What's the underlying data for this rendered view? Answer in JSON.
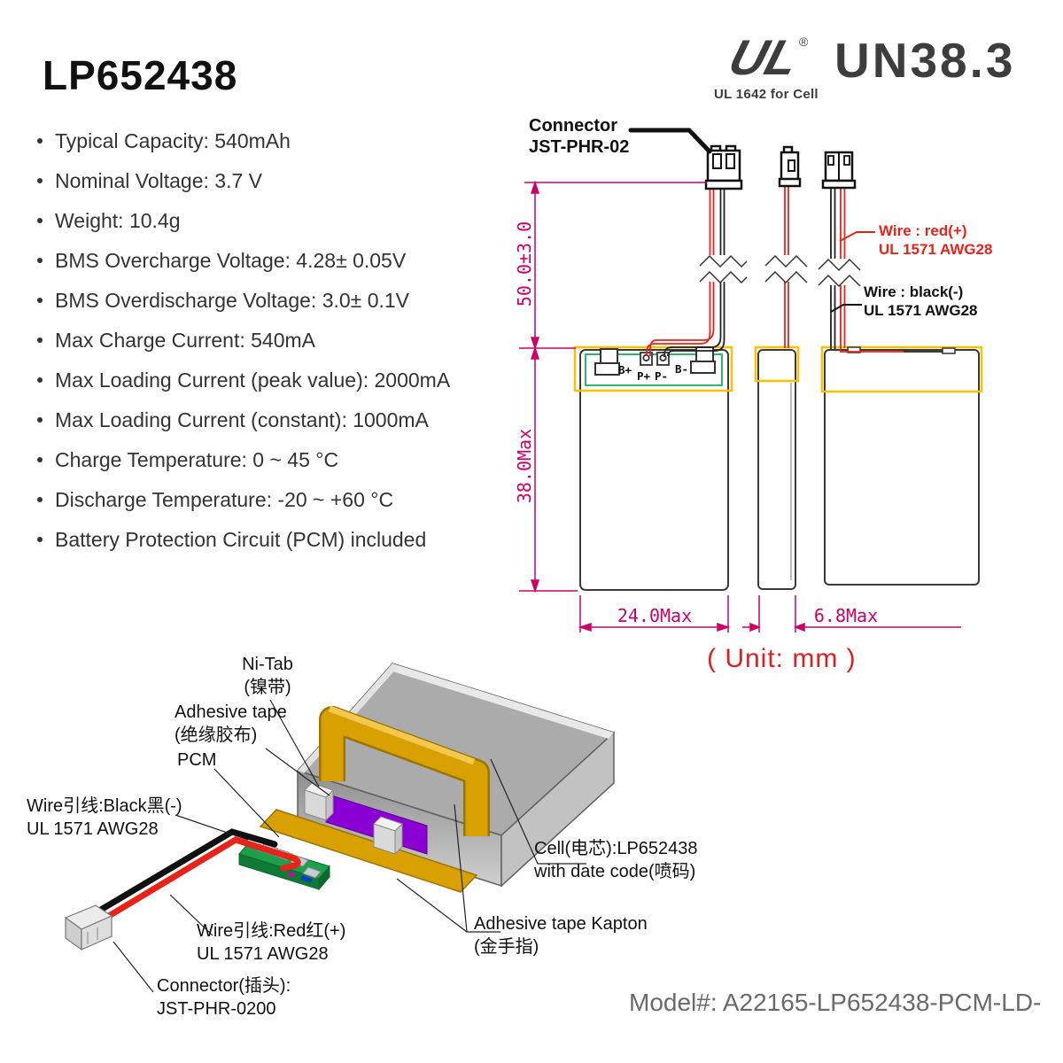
{
  "title": "LP652438",
  "certifications": {
    "ul_mark": "UL",
    "ul_registered": "®",
    "ul_caption": "UL 1642 for Cell",
    "un_label": "UN38.3"
  },
  "specs": {
    "items": [
      "Typical Capacity: 540mAh",
      "Nominal Voltage: 3.7 V",
      "Weight: 10.4g",
      "BMS Overcharge Voltage: 4.28± 0.05V",
      "BMS Overdischarge Voltage: 3.0± 0.1V",
      "Max Charge Current: 540mA",
      "Max Loading Current (peak value): 2000mA",
      "Max Loading Current (constant): 1000mA",
      "Charge Temperature: 0 ~ 45 °C",
      "Discharge Temperature: -20 ~ +60 °C",
      "Battery Protection Circuit (PCM) included"
    ]
  },
  "drawing": {
    "connector_label_line1": "Connector",
    "connector_label_line2": "JST-PHR-02",
    "wire_red_line1": "Wire : red(+)",
    "wire_red_line2": "UL 1571 AWG28",
    "wire_black_line1": "Wire : black(-)",
    "wire_black_line2": "UL 1571 AWG28",
    "dim_wire_length": "50.0±3.0",
    "dim_height": "38.0Max",
    "dim_width": "24.0Max",
    "dim_thickness": "6.8Max",
    "unit_note": "( Unit: mm )",
    "pads": {
      "b_plus": "B+",
      "p_plus": "P+",
      "p_minus": "P-",
      "b_minus": "B-"
    }
  },
  "exploded": {
    "ni_tab_line1": "Ni-Tab",
    "ni_tab_line2": "(镍带)",
    "adhesive_tape_line1": "Adhesive tape",
    "adhesive_tape_line2": "(绝缘胶布)",
    "pcm_label": "PCM",
    "wire_black_line1": "Wire引线:Black黑(-)",
    "wire_black_line2": "UL 1571 AWG28",
    "wire_red_line1": "Wire引线:Red红(+)",
    "wire_red_line2": "UL 1571 AWG28",
    "connector_line1": "Connector(插头):",
    "connector_line2": "JST-PHR-0200",
    "cell_line1": "Cell(电芯):LP652438",
    "cell_line2": "with date code(喷码)",
    "kapton_line1": "Adhesive tape Kapton",
    "kapton_line2": "(金手指)"
  },
  "footer": {
    "model_label": "Model#: A22165-LP652438-PCM-LD-"
  },
  "colors": {
    "dimension": "#cc0066",
    "wire_red": "#e8231a",
    "tape_yellow": "#ffc000",
    "pcm_green": "#2eb56e",
    "pcb_green": "#1ca04a",
    "purple": "#8a00d4",
    "logo_gray": "#3d3d3d",
    "unit_red": "#e02020",
    "model_gray": "#6a6a6a"
  }
}
